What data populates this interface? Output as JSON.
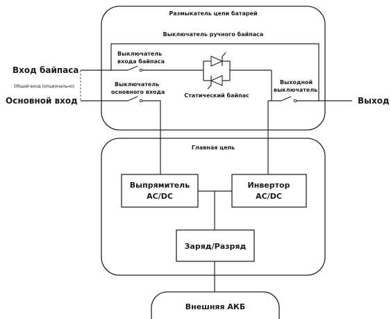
{
  "top_section": {
    "title": "Размыкатель цепи батарей",
    "manual_bypass_label": "Выключатель ручного байпаса",
    "bypass_switch_label": [
      "Выключатель",
      "входа байпаса"
    ],
    "main_switch_label": [
      "Выключатель",
      "основного входа"
    ],
    "static_bypass_label": "Статический байпас",
    "output_switch_label": [
      "Выходной",
      "выключатель"
    ]
  },
  "external": {
    "bypass_input": "Вход байпаса",
    "common_input_note": "Общий вход (опционально)",
    "main_input": "Основной вход",
    "output": "Выход"
  },
  "main_section": {
    "title": "Главная цепь",
    "rectifier": [
      "Выпрямитель",
      "AC/DC"
    ],
    "inverter": [
      "Инвертор",
      "AC/DC"
    ],
    "charger": "Заряд/Разряд"
  },
  "battery": {
    "label": "Внешняя АКБ"
  }
}
